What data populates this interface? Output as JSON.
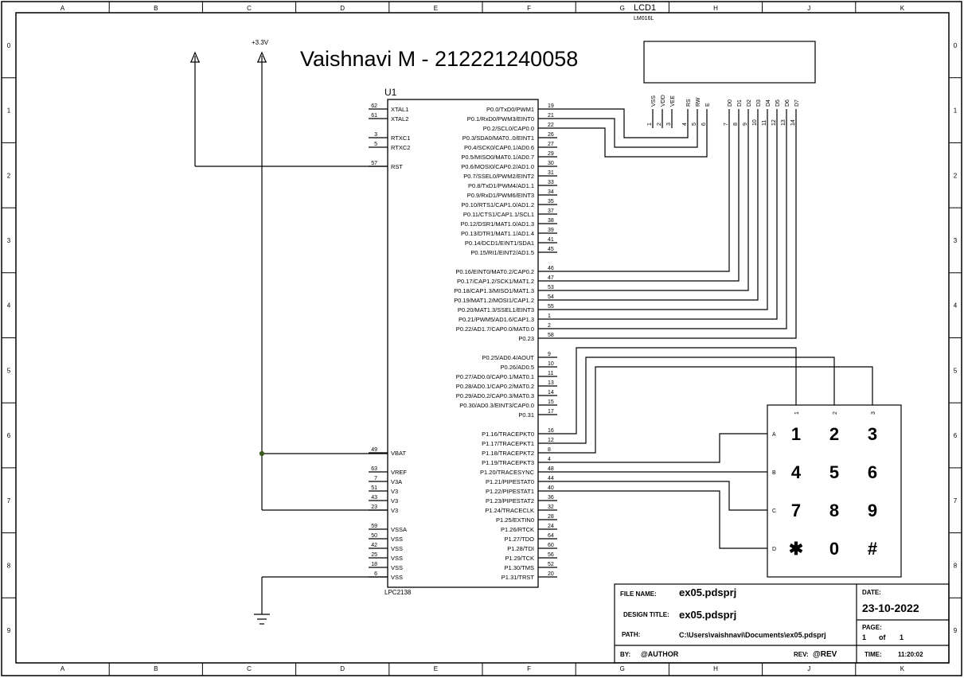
{
  "title": "Vaishnavi M - 212221240058",
  "border": {
    "cols": [
      "A",
      "B",
      "C",
      "D",
      "E",
      "F",
      "G",
      "H",
      "J",
      "K"
    ],
    "rows": [
      "0",
      "1",
      "2",
      "3",
      "4",
      "5",
      "6",
      "7",
      "8",
      "9"
    ]
  },
  "power": {
    "supply_label": "+3.3V"
  },
  "mcu": {
    "ref": "U1",
    "part": "LPC2138",
    "left_pins": [
      {
        "num": "62",
        "name": "XTAL1"
      },
      {
        "num": "61",
        "name": "XTAL2"
      },
      {
        "num": "3",
        "name": "RTXC1"
      },
      {
        "num": "5",
        "name": "RTXC2"
      },
      {
        "num": "57",
        "name": "RST"
      },
      {
        "num": "49",
        "name": "VBAT"
      },
      {
        "num": "63",
        "name": "VREF"
      },
      {
        "num": "7",
        "name": "V3A"
      },
      {
        "num": "51",
        "name": "V3"
      },
      {
        "num": "43",
        "name": "V3"
      },
      {
        "num": "23",
        "name": "V3"
      },
      {
        "num": "59",
        "name": "VSSA"
      },
      {
        "num": "50",
        "name": "VSS"
      },
      {
        "num": "42",
        "name": "VSS"
      },
      {
        "num": "25",
        "name": "VSS"
      },
      {
        "num": "18",
        "name": "VSS"
      },
      {
        "num": "6",
        "name": "VSS"
      }
    ],
    "right_pins": [
      {
        "num": "19",
        "name": "P0.0/TxD0/PWM1"
      },
      {
        "num": "21",
        "name": "P0.1/RxD0/PWM3/EINT0"
      },
      {
        "num": "22",
        "name": "P0.2/SCL0/CAP0.0"
      },
      {
        "num": "26",
        "name": "P0.3/SDA0/MAT0..0/EINT1"
      },
      {
        "num": "27",
        "name": "P0.4/SCK0/CAP0.1/AD0.6"
      },
      {
        "num": "29",
        "name": "P0.5/MISO0/MAT0.1/AD0.7"
      },
      {
        "num": "30",
        "name": "P0.6/MOSI0/CAP0.2/AD1.0"
      },
      {
        "num": "31",
        "name": "P0.7/SSEL0/PWM2/EINT2"
      },
      {
        "num": "33",
        "name": "P0.8/TxD1/PWM4/AD1.1"
      },
      {
        "num": "34",
        "name": "P0.9/RxD1/PWM6/EINT3"
      },
      {
        "num": "35",
        "name": "P0.10/RTS1/CAP1.0/AD1.2"
      },
      {
        "num": "37",
        "name": "P0.11/CTS1/CAP1.1/SCL1"
      },
      {
        "num": "38",
        "name": "P0.12/DSR1/MAT1.0/AD1.3"
      },
      {
        "num": "39",
        "name": "P0.13/DTR1/MAT1.1/AD1.4"
      },
      {
        "num": "41",
        "name": "P0.14/DCD1/EINT1/SDA1"
      },
      {
        "num": "45",
        "name": "P0.15/RI1/EINT2/AD1.5"
      },
      {
        "num": "46",
        "name": "P0.16/EINT0/MAT0.2/CAP0.2"
      },
      {
        "num": "47",
        "name": "P0.17/CAP1.2/SCK1/MAT1.2"
      },
      {
        "num": "53",
        "name": "P0.18/CAP1.3/MISO1/MAT1.3"
      },
      {
        "num": "54",
        "name": "P0.19/MAT1.2/MOSI1/CAP1.2"
      },
      {
        "num": "55",
        "name": "P0.20/MAT1.3/SSEL1/EINT3"
      },
      {
        "num": "1",
        "name": "P0.21/PWM5/AD1.6/CAP1.3"
      },
      {
        "num": "2",
        "name": "P0.22/AD1.7/CAP0.0/MAT0.0"
      },
      {
        "num": "58",
        "name": "P0.23"
      },
      {
        "num": "9",
        "name": "P0.25/AD0.4/AOUT"
      },
      {
        "num": "10",
        "name": "P0.26/AD0.5"
      },
      {
        "num": "11",
        "name": "P0.27/AD0.0/CAP0.1/MAT0.1"
      },
      {
        "num": "13",
        "name": "P0.28/AD0.1/CAP0.2/MAT0.2"
      },
      {
        "num": "14",
        "name": "P0.29/AD0.2/CAP0.3/MAT0.3"
      },
      {
        "num": "15",
        "name": "P0.30/AD0.3/EINT3/CAP0.0"
      },
      {
        "num": "17",
        "name": "P0.31"
      },
      {
        "num": "16",
        "name": "P1.16/TRACEPKT0"
      },
      {
        "num": "12",
        "name": "P1.17/TRACEPKT1"
      },
      {
        "num": "8",
        "name": "P1.18/TRACEPKT2"
      },
      {
        "num": "4",
        "name": "P1.19/TRACEPKT3"
      },
      {
        "num": "48",
        "name": "P1.20/TRACESYNC"
      },
      {
        "num": "44",
        "name": "P1.21/PIPESTAT0"
      },
      {
        "num": "40",
        "name": "P1.22/PIPESTAT1"
      },
      {
        "num": "36",
        "name": "P1.23/PIPESTAT2"
      },
      {
        "num": "32",
        "name": "P1.24/TRACECLK"
      },
      {
        "num": "28",
        "name": "P1.25/EXTIN0"
      },
      {
        "num": "24",
        "name": "P1.26/RTCK"
      },
      {
        "num": "64",
        "name": "P1.27/TDO"
      },
      {
        "num": "60",
        "name": "P1.28/TDI"
      },
      {
        "num": "56",
        "name": "P1.29/TCK"
      },
      {
        "num": "52",
        "name": "P1.30/TMS"
      },
      {
        "num": "20",
        "name": "P1.31/TRST"
      }
    ]
  },
  "lcd": {
    "ref": "LCD1",
    "part": "LM016L",
    "pins": [
      {
        "num": "1",
        "name": "VSS"
      },
      {
        "num": "2",
        "name": "VDD"
      },
      {
        "num": "3",
        "name": "VEE"
      },
      {
        "num": "4",
        "name": "RS"
      },
      {
        "num": "5",
        "name": "RW"
      },
      {
        "num": "6",
        "name": "E"
      },
      {
        "num": "7",
        "name": "D0"
      },
      {
        "num": "8",
        "name": "D1"
      },
      {
        "num": "9",
        "name": "D2"
      },
      {
        "num": "10",
        "name": "D3"
      },
      {
        "num": "11",
        "name": "D4"
      },
      {
        "num": "12",
        "name": "D5"
      },
      {
        "num": "13",
        "name": "D6"
      },
      {
        "num": "14",
        "name": "D7"
      }
    ]
  },
  "keypad": {
    "rows": [
      "A",
      "B",
      "C",
      "D"
    ],
    "cols": [
      "1",
      "2",
      "3"
    ],
    "keys": [
      [
        "1",
        "2",
        "3"
      ],
      [
        "4",
        "5",
        "6"
      ],
      [
        "7",
        "8",
        "9"
      ],
      [
        "✱",
        "0",
        "#"
      ]
    ]
  },
  "title_block": {
    "file_name_label": "FILE NAME:",
    "file_name": "ex05.pdsprj",
    "design_title_label": "DESIGN TITLE:",
    "design_title": "ex05.pdsprj",
    "path_label": "PATH:",
    "path": "C:\\Users\\vaishnavi\\Documents\\ex05.pdsprj",
    "by_label": "BY:",
    "by": "@AUTHOR",
    "rev_label": "REV:",
    "rev": "@REV",
    "date_label": "DATE:",
    "date": "23-10-2022",
    "page_label": "PAGE:",
    "page": "1",
    "of_label": "of",
    "page_total": "1",
    "time_label": "TIME:",
    "time": "11:20:02"
  }
}
